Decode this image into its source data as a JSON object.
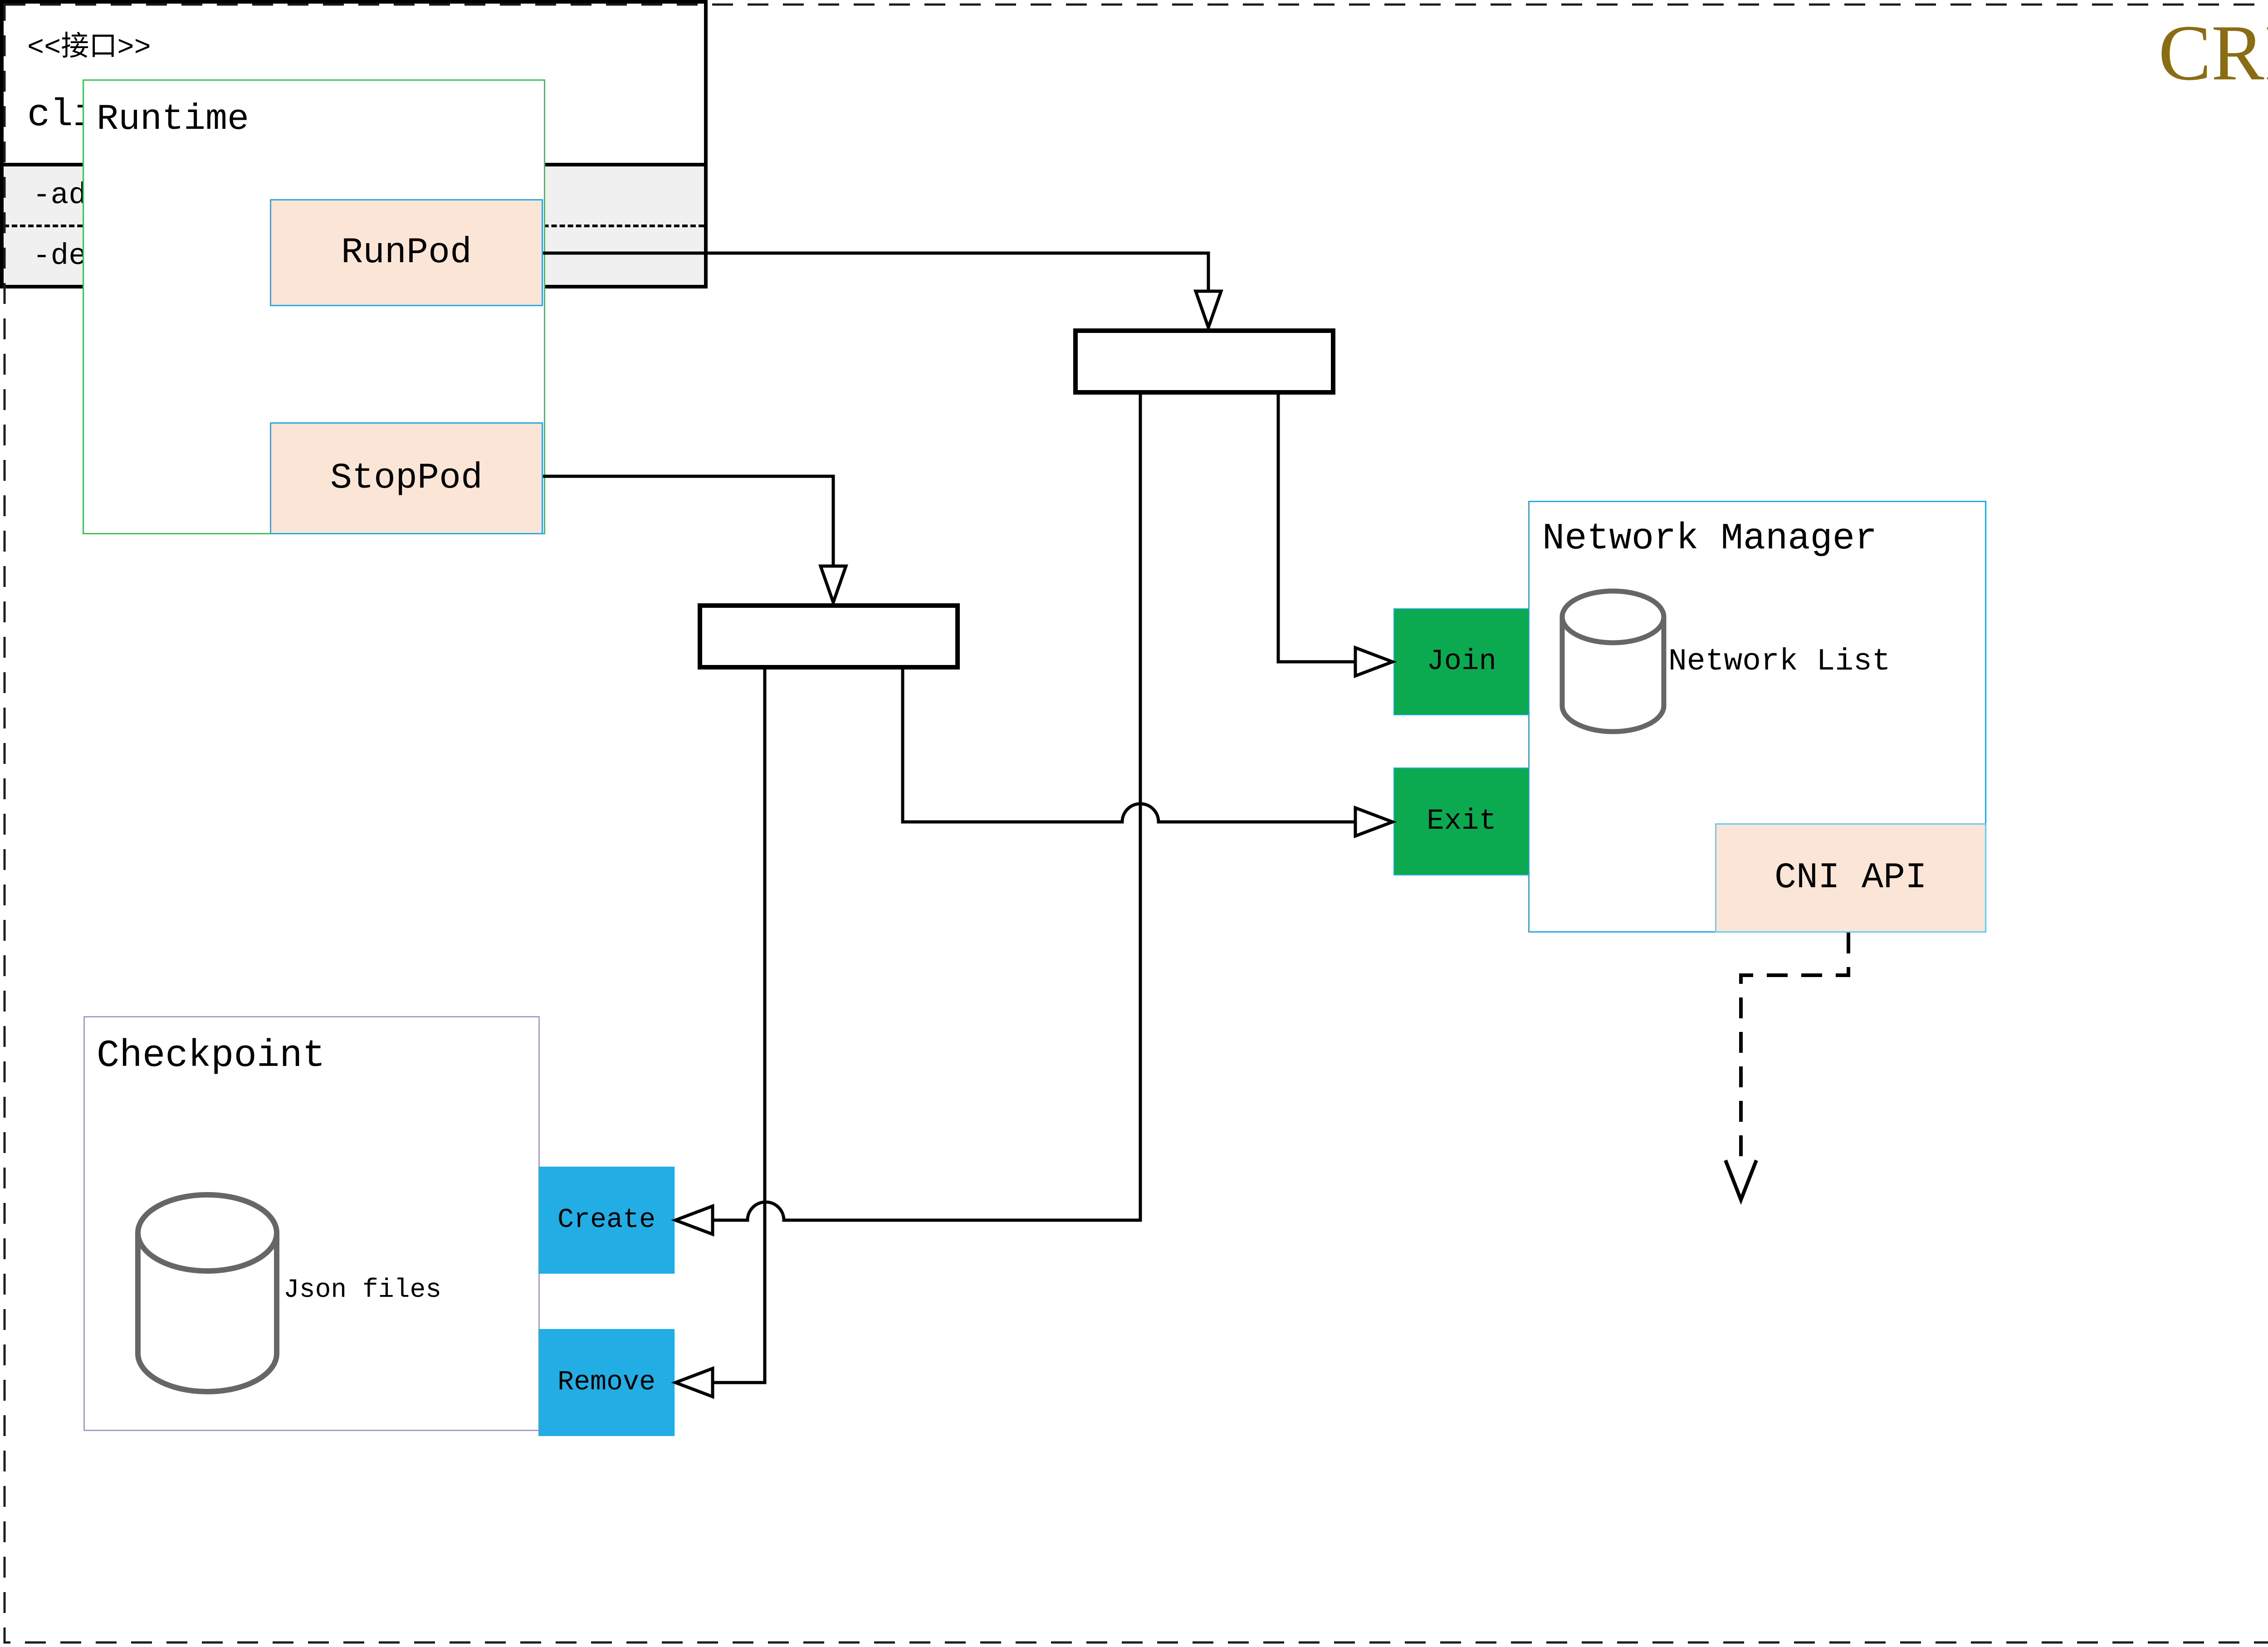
{
  "page": {
    "title": "CRI"
  },
  "colors": {
    "title_gold": "#8a6c14",
    "green_fill": "#0baa50",
    "cyan_fill": "#22aee5",
    "peach_fill": "#fbe5d6",
    "blue_border": "#29abe2",
    "green_border": "#43c15c",
    "purple_border": "#ae9bc9",
    "grey_stroke": "#666666"
  },
  "runtime": {
    "label": "Runtime",
    "run_pod": "RunPod",
    "stop_pod": "StopPod"
  },
  "network_manager": {
    "label": "Network Manager",
    "network_list": "Network List",
    "join": "Join",
    "exit": "Exit",
    "cni_api": "CNI API"
  },
  "checkpoint": {
    "label": "Checkpoint",
    "json_files": "Json files",
    "create": "Create",
    "remove": "Remove"
  },
  "clibcni": {
    "stereotype": "<<接口>>",
    "name": "clibcni",
    "methods": [
      "-add_network_list",
      "-del_network_list"
    ]
  }
}
